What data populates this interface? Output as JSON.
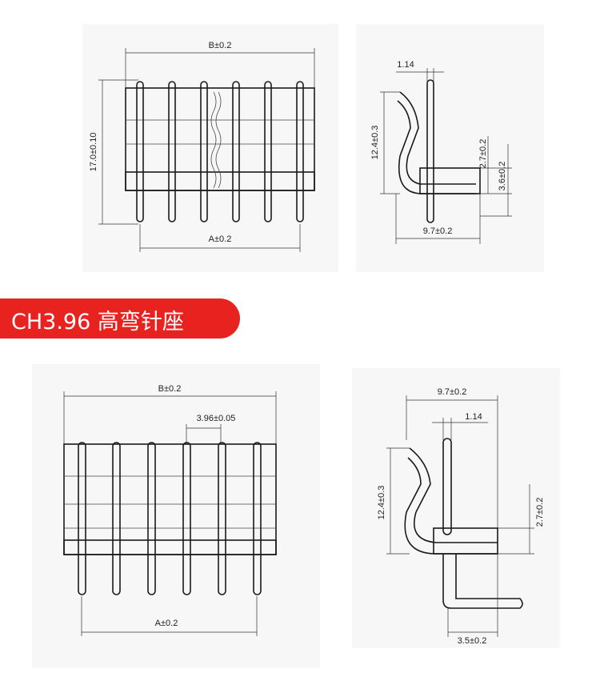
{
  "banner": {
    "title": "CH3.96  高弯针座"
  },
  "top_front": {
    "width_label": "B±0.2",
    "height_label": "17.0±0.10",
    "pitch_label": "A±0.2"
  },
  "top_side": {
    "pin_label": "1.14",
    "height_label": "12.4±0.3",
    "d1_label": "2.7±0.2",
    "d2_label": "3.6±0.2",
    "depth_label": "9.7±0.2"
  },
  "bottom_front": {
    "width_label": "B±0.2",
    "spacing_label": "3.96±0.05",
    "pitch_label": "A±0.2"
  },
  "bottom_side": {
    "depth_label": "9.7±0.2",
    "pin_label": "1.14",
    "height_label": "12.4±0.3",
    "d1_label": "2.7±0.2",
    "foot_label": "3.5±0.2"
  },
  "colors": {
    "banner": "#e8231f",
    "line": "#1a1a1a",
    "panel": "#f7f7f7"
  }
}
